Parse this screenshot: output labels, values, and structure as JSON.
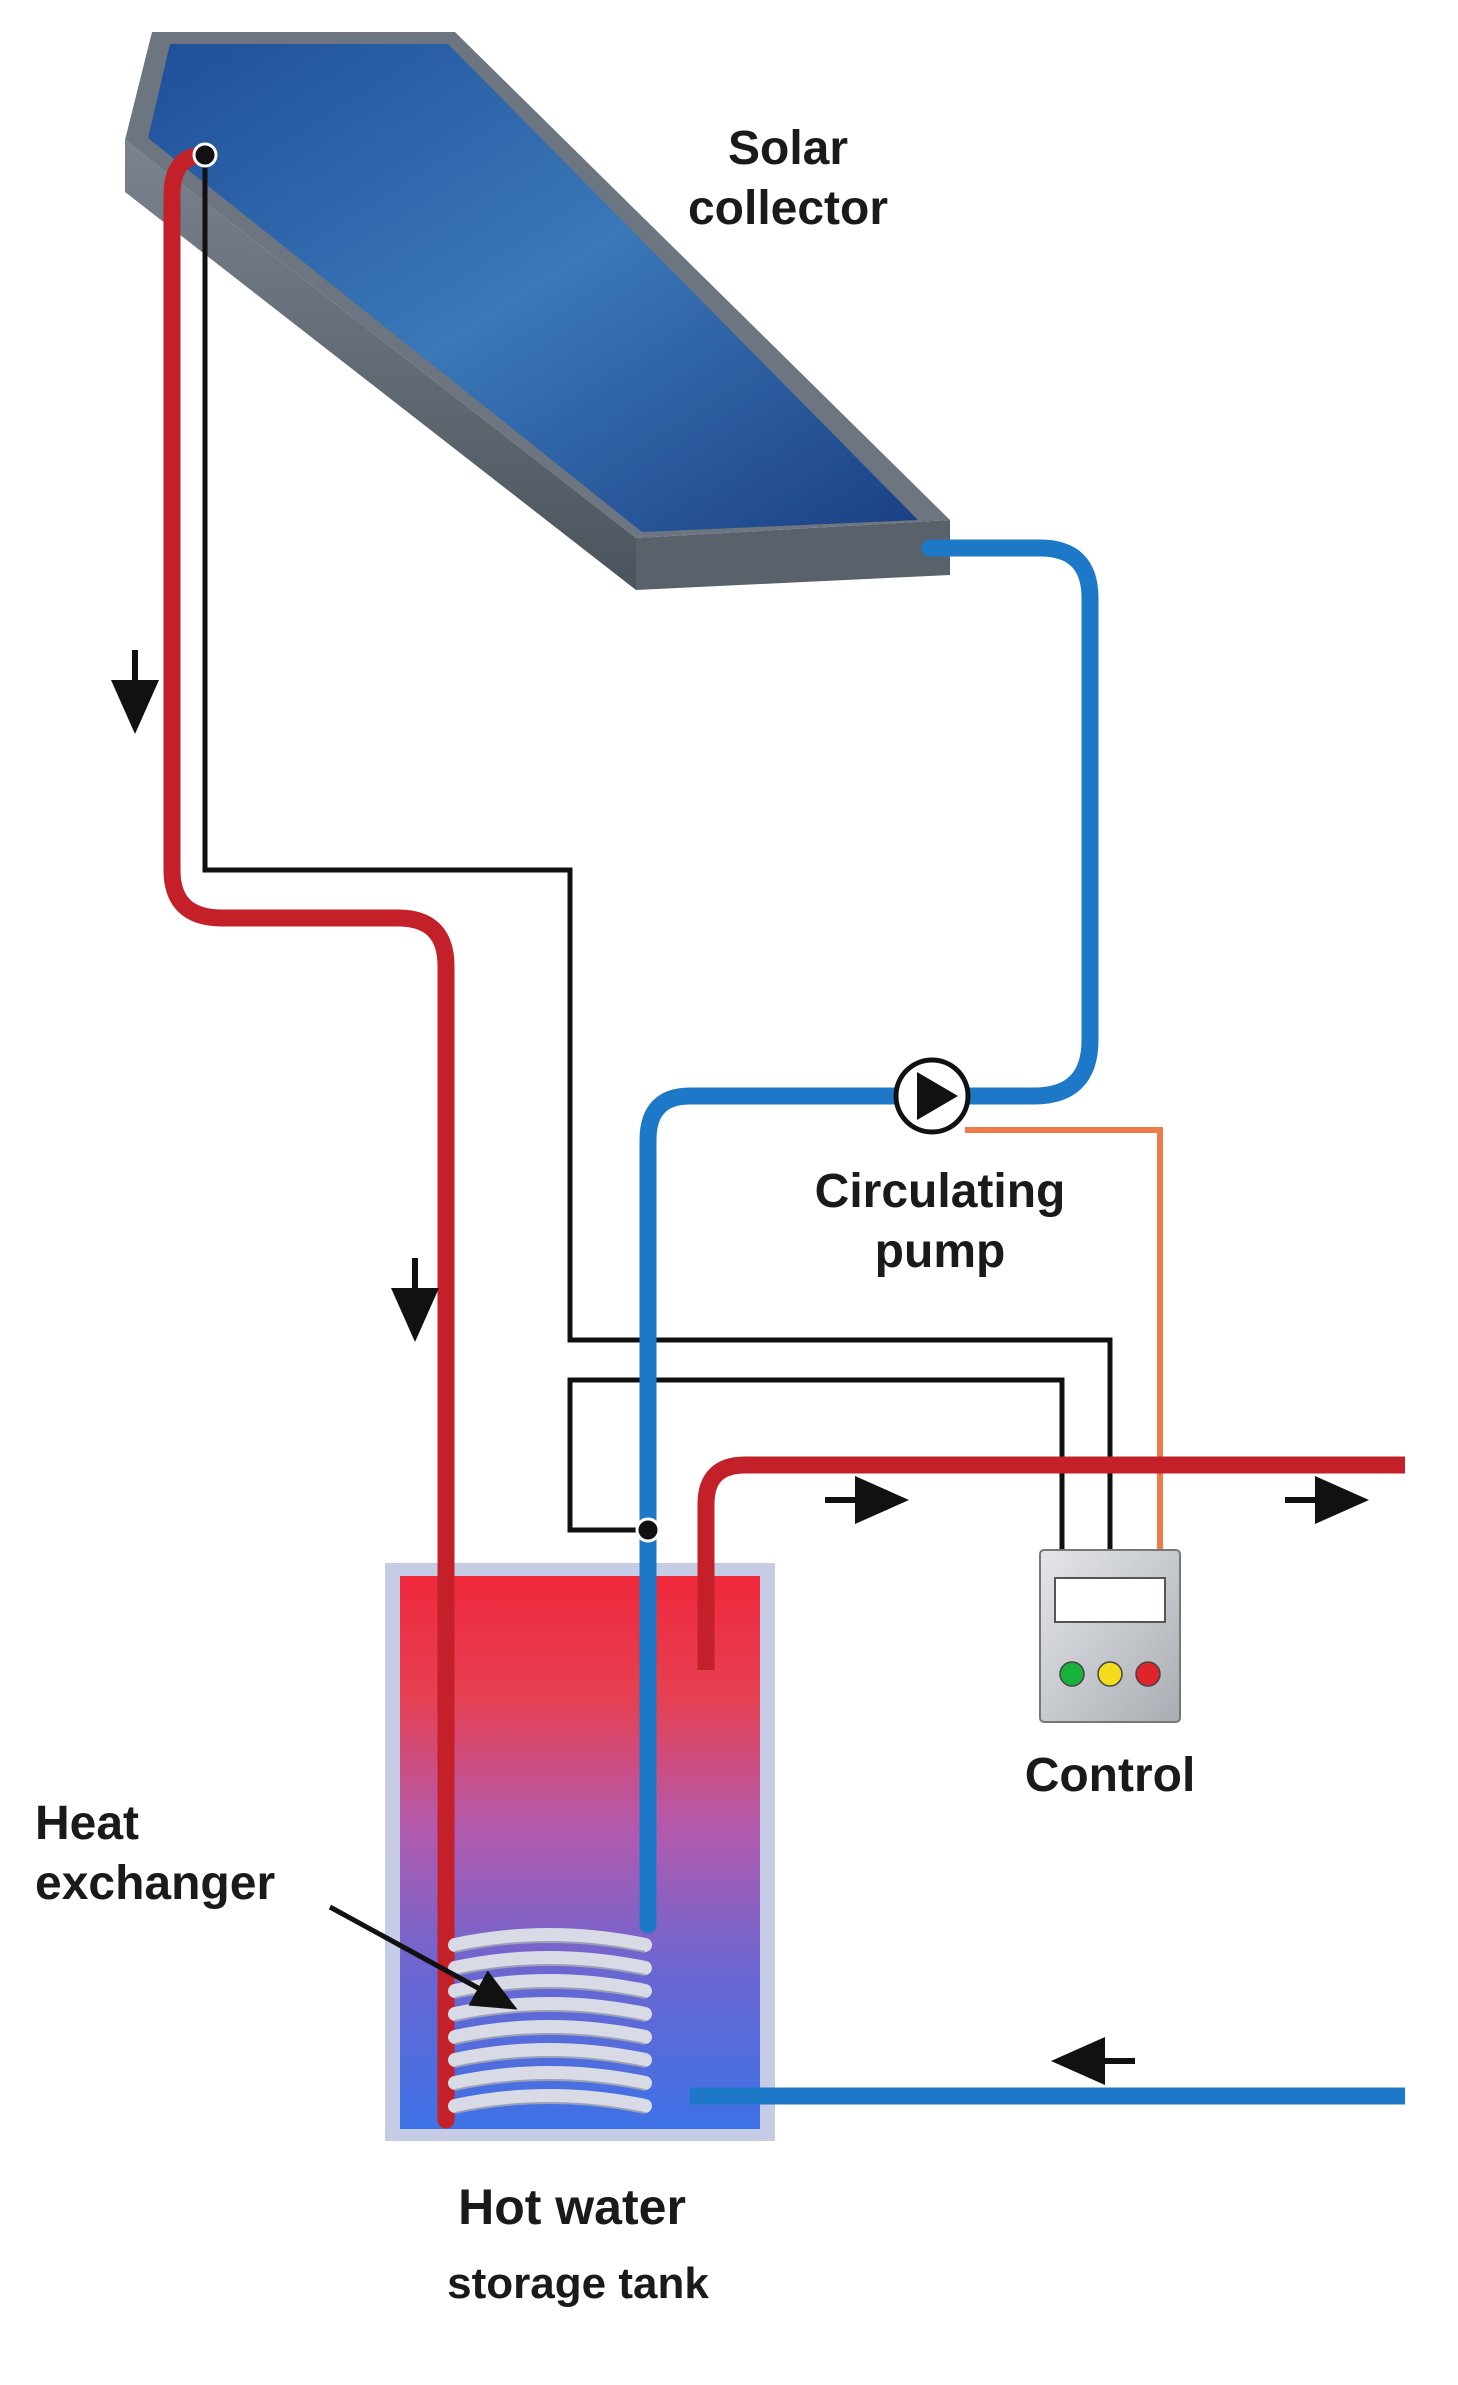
{
  "labels": {
    "solar_collector": [
      "Solar",
      "collector"
    ],
    "circulating_pump": [
      "Circulating",
      "pump"
    ],
    "control": "Control",
    "heat_exchanger": [
      "Heat",
      "exchanger"
    ],
    "hot_water_storage_tank": [
      "Hot water",
      "storage tank"
    ]
  },
  "colors": {
    "hot_pipe": "#c4202a",
    "cold_pipe": "#1e78c8",
    "signal_wire": "#111111",
    "pump_wire": "#f07a4a",
    "collector_glass": "#2a5ea8",
    "collector_frame": "#5c6570",
    "control_box": "#c9cbcf",
    "led_green": "#19b23b",
    "led_yellow": "#f2dc1c",
    "led_red": "#e0242c"
  },
  "icons": {
    "pump": "pump-symbol-icon",
    "flow_arrow": "arrow-icon",
    "junction": "junction-dot-icon"
  }
}
